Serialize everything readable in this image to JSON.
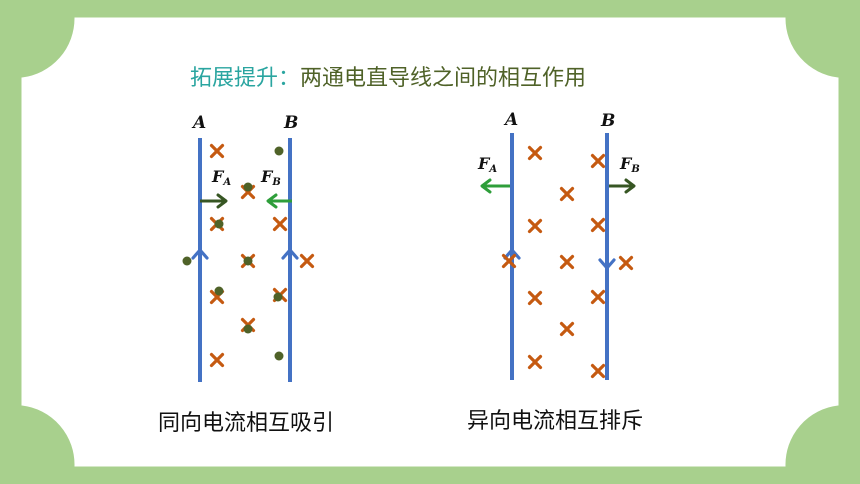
{
  "title": {
    "prefix": "拓展提升：",
    "main": "两通电直导线之间的相互作用"
  },
  "panels": [
    {
      "caption": "同向电流相互吸引",
      "wire_a_label": "A",
      "wire_b_label": "B",
      "force_a": {
        "letter": "F",
        "sub": "A"
      },
      "force_b": {
        "letter": "F",
        "sub": "B"
      },
      "current_a": "up",
      "current_b": "up"
    },
    {
      "caption": "异向电流相互排斥",
      "wire_a_label": "A",
      "wire_b_label": "B",
      "force_a": {
        "letter": "F",
        "sub": "A"
      },
      "force_b": {
        "letter": "F",
        "sub": "B"
      },
      "current_a": "up",
      "current_b": "down"
    }
  ],
  "colors": {
    "background": "#a8d08d",
    "card": "#ffffff",
    "wire": "#4472c4",
    "cross": "#c55a11",
    "dot": "#4f6228",
    "force_dark": "#375623",
    "force_green": "#2e9e3a",
    "title_prefix": "#2aa5a0",
    "title_main": "#4f6228"
  }
}
